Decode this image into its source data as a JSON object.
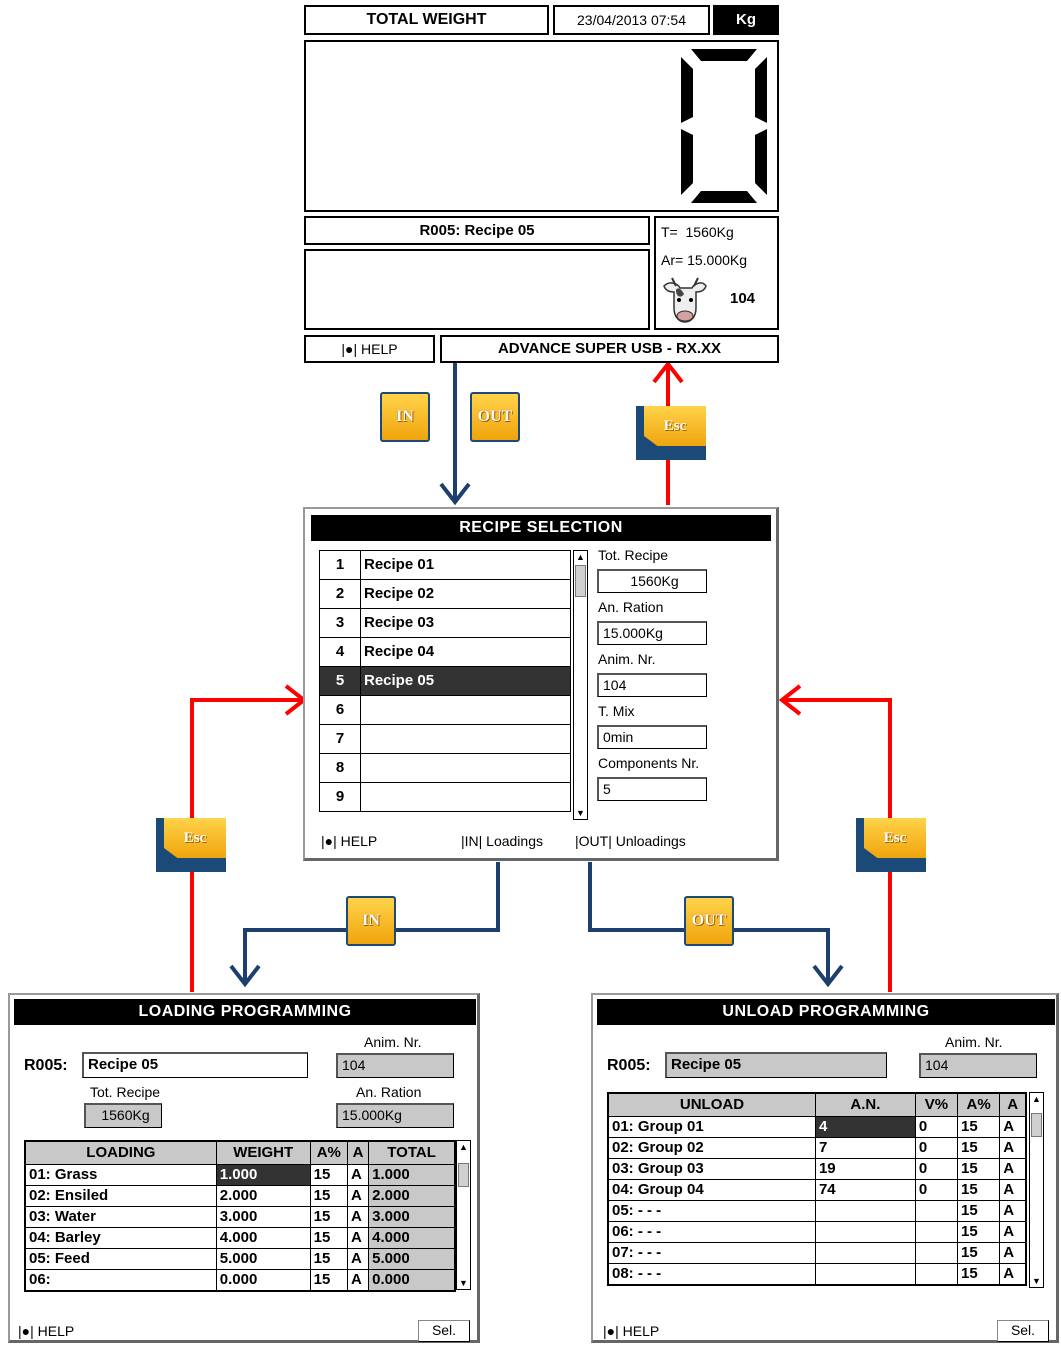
{
  "top_screen": {
    "title": "TOTAL WEIGHT",
    "datetime": "23/04/2013 07:54",
    "unit": "Kg",
    "big_value": "0",
    "recipe": "R005: Recipe 05",
    "t_value": "T=  1560Kg",
    "ar_value": "Ar= 15.000Kg",
    "animals": "104",
    "help": "|●| HELP",
    "model": "ADVANCE SUPER USB - RX.XX"
  },
  "keys": {
    "in": "IN",
    "out": "OUT",
    "esc": "Esc"
  },
  "recipe_selection": {
    "title": "RECIPE SELECTION",
    "rows": [
      {
        "num": "1",
        "name": "Recipe 01"
      },
      {
        "num": "2",
        "name": "Recipe 02"
      },
      {
        "num": "3",
        "name": "Recipe 03"
      },
      {
        "num": "4",
        "name": "Recipe 04"
      },
      {
        "num": "5",
        "name": "Recipe 05"
      },
      {
        "num": "6",
        "name": ""
      },
      {
        "num": "7",
        "name": ""
      },
      {
        "num": "8",
        "name": ""
      },
      {
        "num": "9",
        "name": ""
      }
    ],
    "selected_index": 4,
    "tot_recipe_label": "Tot. Recipe",
    "tot_recipe_value": "1560Kg",
    "an_ration_label": "An. Ration",
    "an_ration_value": "15.000Kg",
    "anim_nr_label": "Anim. Nr.",
    "anim_nr_value": "104",
    "t_mix_label": "T. Mix",
    "t_mix_value": "0min",
    "components_label": "Components Nr.",
    "components_value": "5",
    "help": "|●| HELP",
    "loadings": "|IN| Loadings",
    "unloadings": "|OUT| Unloadings"
  },
  "loading": {
    "title": "LOADING PROGRAMMING",
    "code": "R005:",
    "recipe_name": "Recipe 05",
    "anim_nr_label": "Anim. Nr.",
    "anim_nr_value": "104",
    "tot_recipe_label": "Tot. Recipe",
    "tot_recipe_value": "1560Kg",
    "an_ration_label": "An. Ration",
    "an_ration_value": "15.000Kg",
    "headers": [
      "LOADING",
      "WEIGHT",
      "A%",
      "A",
      "TOTAL"
    ],
    "rows": [
      [
        "01: Grass",
        "1.000",
        "15",
        "A",
        "1.000"
      ],
      [
        "02: Ensiled",
        "2.000",
        "15",
        "A",
        "2.000"
      ],
      [
        "03: Water",
        "3.000",
        "15",
        "A",
        "3.000"
      ],
      [
        "04: Barley",
        "4.000",
        "15",
        "A",
        "4.000"
      ],
      [
        "05: Feed",
        "5.000",
        "15",
        "A",
        "5.000"
      ],
      [
        "06:",
        "0.000",
        "15",
        "A",
        "0.000"
      ]
    ],
    "help": "|●| HELP",
    "sel": "Sel."
  },
  "unload": {
    "title": "UNLOAD PROGRAMMING",
    "code": "R005:",
    "recipe_name": "Recipe 05",
    "anim_nr_label": "Anim. Nr.",
    "anim_nr_value": "104",
    "headers": [
      "UNLOAD",
      "A.N.",
      "V%",
      "A%",
      "A"
    ],
    "rows": [
      [
        "01: Group 01",
        "4",
        "0",
        "15",
        "A"
      ],
      [
        "02: Group 02",
        "7",
        "0",
        "15",
        "A"
      ],
      [
        "03: Group 03",
        "19",
        "0",
        "15",
        "A"
      ],
      [
        "04: Group 04",
        "74",
        "0",
        "15",
        "A"
      ],
      [
        "05: - - -",
        "",
        "",
        "15",
        "A"
      ],
      [
        "06: - - -",
        "",
        "",
        "15",
        "A"
      ],
      [
        "07: - - -",
        "",
        "",
        "15",
        "A"
      ],
      [
        "08: - - -",
        "",
        "",
        "15",
        "A"
      ]
    ],
    "help": "|●| HELP",
    "sel": "Sel."
  },
  "colors": {
    "flow_in": "#1c3f6e",
    "flow_back": "#ff0000",
    "key_fill": "#f5b520"
  }
}
